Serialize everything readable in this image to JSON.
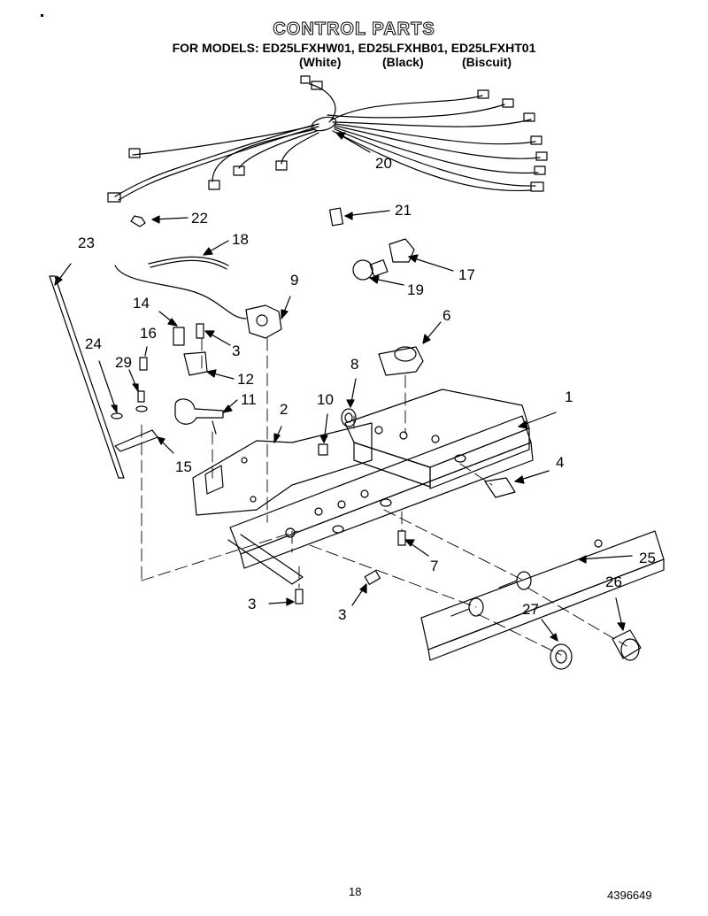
{
  "header": {
    "title": "CONTROL PARTS",
    "models_prefix": "FOR MODELS:",
    "models": [
      {
        "code": "ED25LFXHW01,",
        "color": "(White)"
      },
      {
        "code": "ED25LFXHB01,",
        "color": "(Black)"
      },
      {
        "code": "ED25LFXHT01",
        "color": "(Biscuit)"
      }
    ]
  },
  "callouts": {
    "1": "1",
    "2": "2",
    "3": "3",
    "4": "4",
    "6": "6",
    "7": "7",
    "8": "8",
    "9": "9",
    "10": "10",
    "11": "11",
    "12": "12",
    "14": "14",
    "15": "15",
    "16": "16",
    "17": "17",
    "18": "18",
    "19": "19",
    "20": "20",
    "21": "21",
    "22": "22",
    "23": "23",
    "24": "24",
    "25": "25",
    "26": "26",
    "27": "27",
    "29": "29"
  },
  "footer": {
    "page_number": "18",
    "document_number": "4396649"
  }
}
